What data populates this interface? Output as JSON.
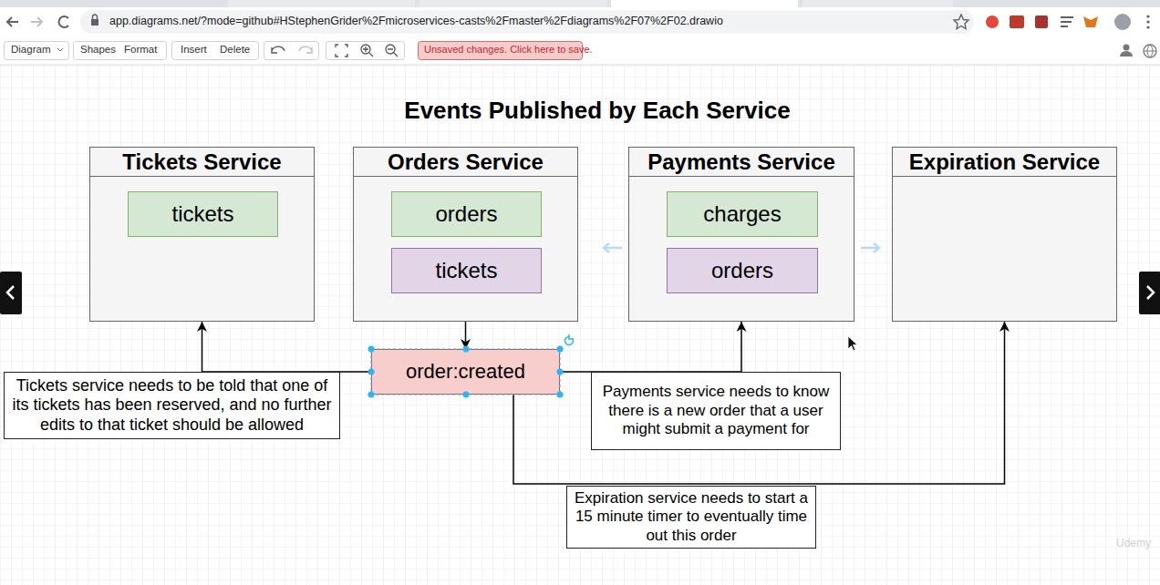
{
  "diagram": {
    "title": "Events Published by Each Service",
    "nodes": [
      {
        "text": [
          "Tickets Service"
        ]
      },
      {
        "text": [
          "tickets"
        ],
        "in": 0
      },
      {
        "text": [
          "Orders Service"
        ]
      },
      {
        "text": [
          "orders"
        ],
        "in": 2
      },
      {
        "text": [
          "tickets"
        ],
        "in": 2
      },
      {
        "text": [
          "Payments Service"
        ]
      },
      {
        "text": [
          "charges"
        ],
        "in": 5
      },
      {
        "text": [
          "orders"
        ],
        "in": 5
      },
      {
        "text": [
          "Expiration Service"
        ]
      },
      {
        "text": [
          "order:created"
        ]
      },
      {
        "text": [
          "Tickets service needs to be told that one of its tickets has been reserved, and no further edits to that ticket should be allowed"
        ]
      },
      {
        "text": [
          "Payments service needs to know there is a new order that a user might submit a payment for"
        ]
      },
      {
        "text": [
          "Expiration service needs to start a 15 minute timer to eventually time out this order"
        ]
      }
    ],
    "edges": [
      {
        "from": 2,
        "to": 9,
        "arrow": "to"
      },
      {
        "from": 9,
        "to": 0,
        "arrow": "to"
      },
      {
        "from": 9,
        "to": 5,
        "arrow": "to"
      },
      {
        "from": 9,
        "to": 8,
        "arrow": "to"
      }
    ],
    "labels": [
      "app.diagrams.net/?mode=github#HStephenGrider%2Fmicroservices-casts%2Fmaster%2Fdiagrams%2F07%2F02.drawio",
      "Diagram",
      "Shapes",
      "Format",
      "Insert",
      "Delete",
      "Unsaved changes. Click here to save.",
      "Udemy"
    ]
  }
}
